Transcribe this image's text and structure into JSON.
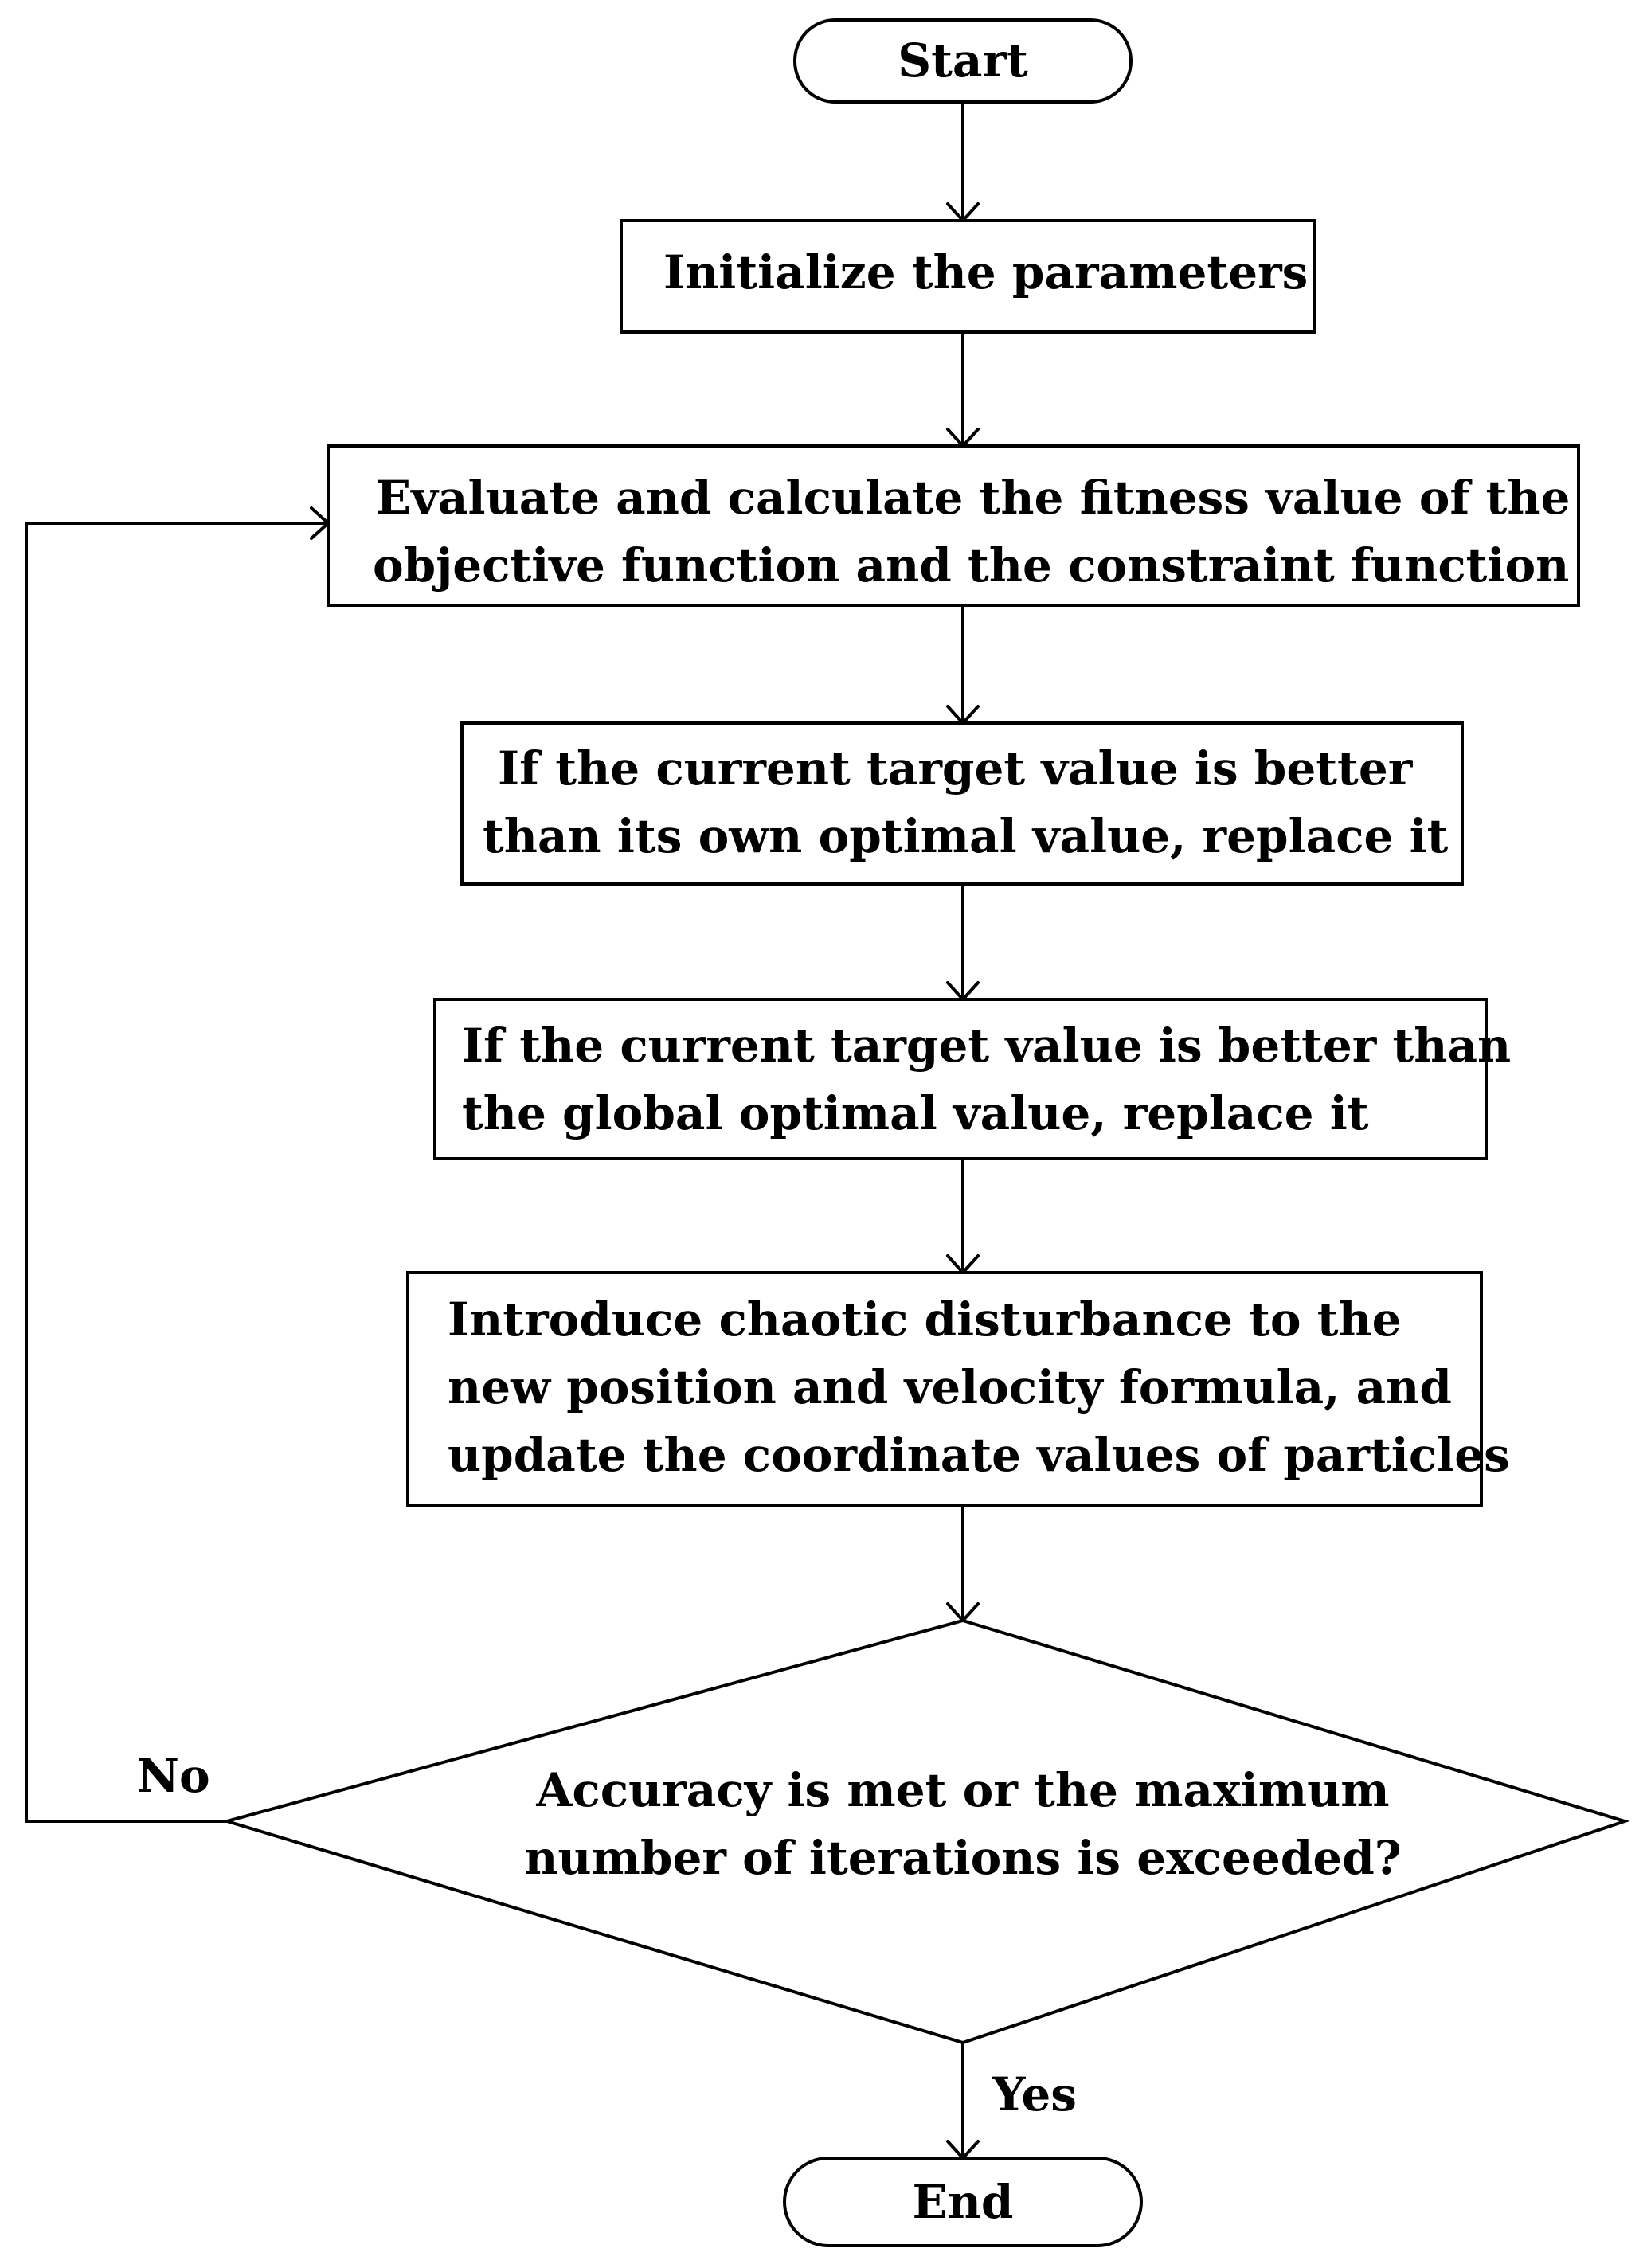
{
  "diagram": {
    "start": "Start",
    "end": "End",
    "steps": [
      {
        "lines": [
          "Initialize the parameters"
        ]
      },
      {
        "lines": [
          "Evaluate and calculate the fitness value of the",
          "objective function and the constraint function"
        ]
      },
      {
        "lines": [
          "If the current target value is better",
          "than its own optimal value, replace it"
        ]
      },
      {
        "lines": [
          "If the current target value is better than",
          "the global optimal value, replace it"
        ]
      },
      {
        "lines": [
          "Introduce chaotic disturbance to the",
          "new position and velocity formula, and",
          "update the coordinate values of particles"
        ]
      }
    ],
    "decision": {
      "lines": [
        "Accuracy is met or the maximum",
        "number of iterations is exceeded?"
      ]
    },
    "edge_labels": {
      "no": "No",
      "yes": "Yes"
    },
    "colors": {
      "stroke": "#000000",
      "fill": "#ffffff",
      "text": "#000000"
    }
  }
}
